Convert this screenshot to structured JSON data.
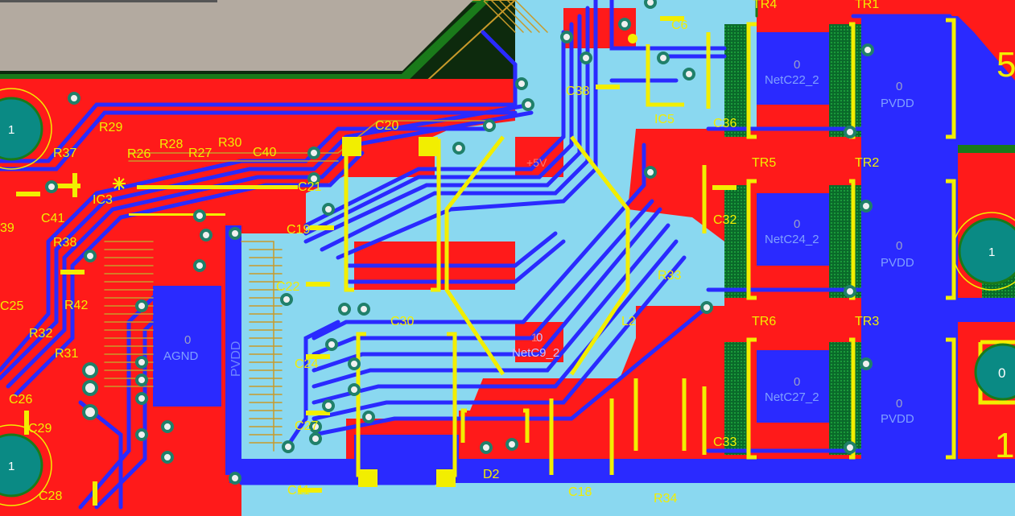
{
  "board": {
    "colors": {
      "background": "#0d2a0d",
      "bottom_layer": "#2a2aff",
      "top_layer": "#ff1a1a",
      "plane": "#8ad8f0",
      "silkscreen": "#f2ee00",
      "cutout": "#b3aaa0",
      "via": "#20806a",
      "pad": "#0a8a84",
      "outline": "#1a7a1a"
    },
    "designators": [
      {
        "text": "TR4"
      },
      {
        "text": "TR1"
      },
      {
        "text": "C6"
      },
      {
        "text": "C38"
      },
      {
        "text": "IC5"
      },
      {
        "text": "C36"
      },
      {
        "text": "R29"
      },
      {
        "text": "C20"
      },
      {
        "text": "R37"
      },
      {
        "text": "R26"
      },
      {
        "text": "R28"
      },
      {
        "text": "R27"
      },
      {
        "text": "R30"
      },
      {
        "text": "C40"
      },
      {
        "text": "TR5"
      },
      {
        "text": "TR2"
      },
      {
        "text": "IC3"
      },
      {
        "text": "C21"
      },
      {
        "text": "C41"
      },
      {
        "text": "C32"
      },
      {
        "text": "39"
      },
      {
        "text": "C19"
      },
      {
        "text": "R38"
      },
      {
        "text": "R33"
      },
      {
        "text": "C22"
      },
      {
        "text": "C25"
      },
      {
        "text": "R42"
      },
      {
        "text": "TR6"
      },
      {
        "text": "TR3"
      },
      {
        "text": "C30"
      },
      {
        "text": "L2"
      },
      {
        "text": "R32"
      },
      {
        "text": "R31"
      },
      {
        "text": "C24"
      },
      {
        "text": "C26"
      },
      {
        "text": "C29"
      },
      {
        "text": "C27"
      },
      {
        "text": "C33"
      },
      {
        "text": "D2"
      },
      {
        "text": "C11"
      },
      {
        "text": "C28"
      },
      {
        "text": "C18"
      },
      {
        "text": "R34"
      }
    ],
    "net_labels": [
      {
        "text": "NetC22_2"
      },
      {
        "text": "PVDD"
      },
      {
        "text": "NetC24_2"
      },
      {
        "text": "PVDD"
      },
      {
        "text": "NetC27_2"
      },
      {
        "text": "PVDD"
      },
      {
        "text": "AGND"
      },
      {
        "text": "NetC9_2"
      }
    ],
    "pad_numbers": [
      {
        "text": "0"
      },
      {
        "text": "0"
      },
      {
        "text": "0"
      },
      {
        "text": "0"
      },
      {
        "text": "0"
      },
      {
        "text": "0"
      },
      {
        "text": "0"
      },
      {
        "text": "0"
      },
      {
        "text": "1"
      },
      {
        "text": "1"
      }
    ],
    "rotated_labels": [
      {
        "text": "PVDD"
      }
    ],
    "edge_digits": [
      {
        "text": "5"
      },
      {
        "text": "1"
      }
    ],
    "faint_labels": [
      {
        "text": "+5V"
      },
      {
        "text": "1"
      }
    ],
    "mounting_pad_labels": [
      {
        "text": "1"
      },
      {
        "text": "1"
      },
      {
        "text": "1"
      },
      {
        "text": "0"
      }
    ]
  }
}
